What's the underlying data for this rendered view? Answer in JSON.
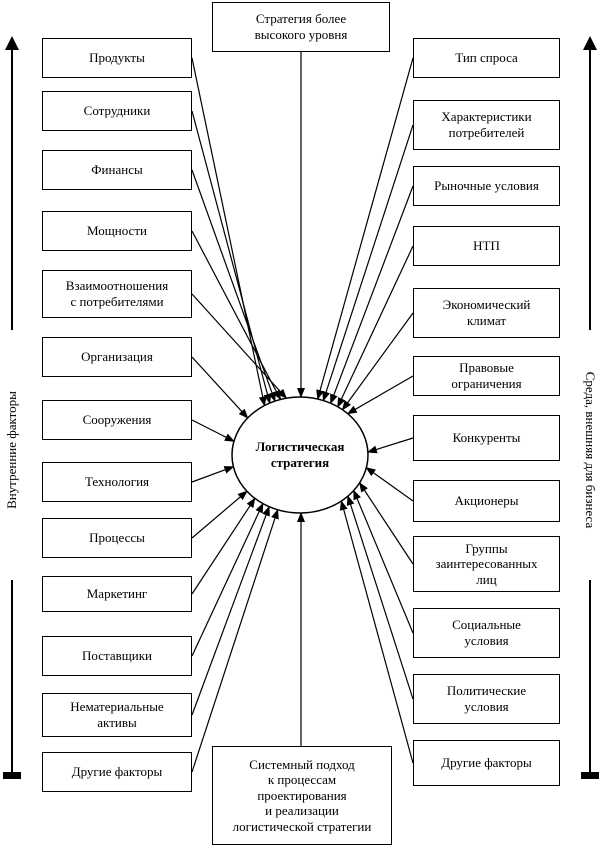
{
  "center": {
    "line1": "Логистическая",
    "line2": "стратегия"
  },
  "top_box": {
    "line1": "Стратегия более",
    "line2": "высокого уровня"
  },
  "bottom_box": {
    "line1": "Системный подход",
    "line2": "к процессам",
    "line3": "проектирования",
    "line4": "и реализации",
    "line5": "логистической стратегии"
  },
  "left_items": [
    {
      "l1": "Продукты",
      "l2": ""
    },
    {
      "l1": "Сотрудники",
      "l2": ""
    },
    {
      "l1": "Финансы",
      "l2": ""
    },
    {
      "l1": "Мощности",
      "l2": ""
    },
    {
      "l1": "Взаимоотношения",
      "l2": "с потребителями"
    },
    {
      "l1": "Организация",
      "l2": ""
    },
    {
      "l1": "Сооружения",
      "l2": ""
    },
    {
      "l1": "Технология",
      "l2": ""
    },
    {
      "l1": "Процессы",
      "l2": ""
    },
    {
      "l1": "Маркетинг",
      "l2": ""
    },
    {
      "l1": "Поставщики",
      "l2": ""
    },
    {
      "l1": "Нематериальные",
      "l2": "активы"
    },
    {
      "l1": "Другие факторы",
      "l2": ""
    }
  ],
  "right_items": [
    {
      "l1": "Тип спроса",
      "l2": "",
      "l3": ""
    },
    {
      "l1": "Характеристики",
      "l2": "потребителей",
      "l3": ""
    },
    {
      "l1": "Рыночные условия",
      "l2": "",
      "l3": ""
    },
    {
      "l1": "НТП",
      "l2": "",
      "l3": ""
    },
    {
      "l1": "Экономический",
      "l2": "климат",
      "l3": ""
    },
    {
      "l1": "Правовые",
      "l2": "ограничения",
      "l3": ""
    },
    {
      "l1": "Конкуренты",
      "l2": "",
      "l3": ""
    },
    {
      "l1": "Акционеры",
      "l2": "",
      "l3": ""
    },
    {
      "l1": "Группы",
      "l2": "заинтересованных",
      "l3": "лиц"
    },
    {
      "l1": "Социальные",
      "l2": "условия",
      "l3": ""
    },
    {
      "l1": "Политические",
      "l2": "условия",
      "l3": ""
    },
    {
      "l1": "Другие факторы",
      "l2": "",
      "l3": ""
    }
  ],
  "side_labels": {
    "left": "Внутренние факторы",
    "right": "Среда, внешняя для бизнеса"
  }
}
